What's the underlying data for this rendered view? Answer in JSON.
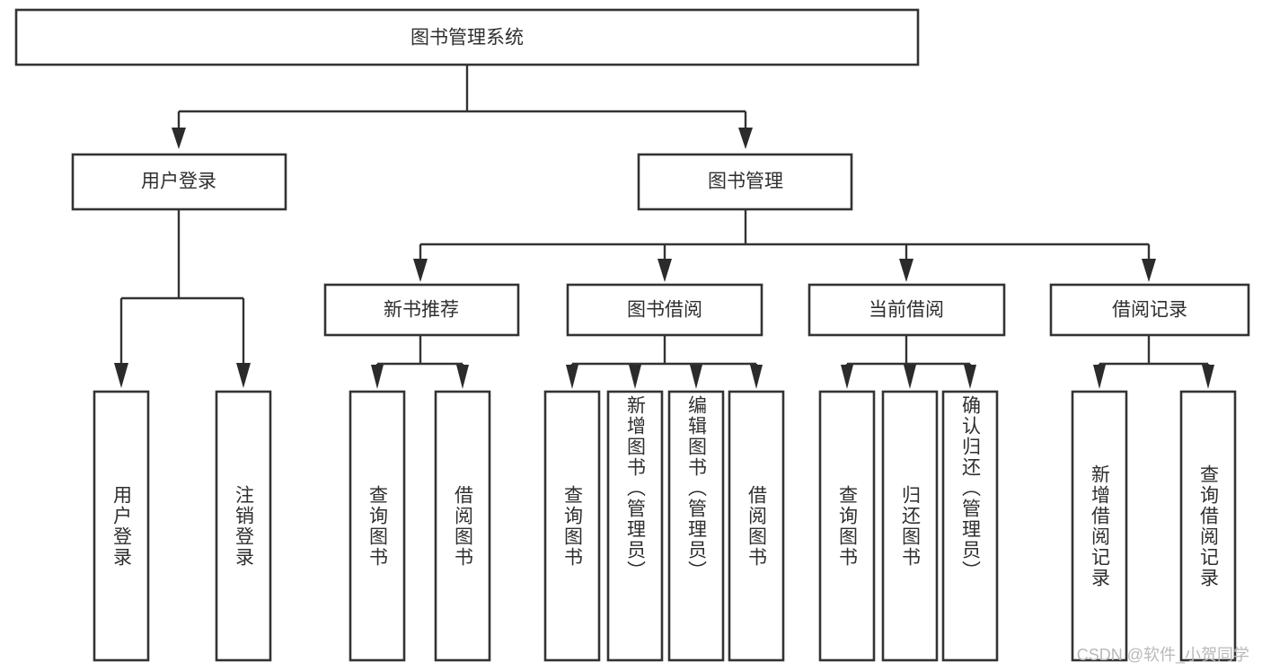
{
  "diagram": {
    "type": "hierarchy-tree",
    "title": "图书管理系统",
    "orientation": "top-down",
    "colors": {
      "box_stroke": "#333333",
      "box_fill": "#ffffff",
      "connector": "#333333",
      "text": "#2f2f2f",
      "background": "#ffffff",
      "watermark": "#b9b9b9"
    },
    "root": {
      "id": "root",
      "label": "图书管理系统"
    },
    "level2": [
      {
        "id": "user-login",
        "label": "用户登录"
      },
      {
        "id": "book-manage",
        "label": "图书管理"
      }
    ],
    "level3": [
      {
        "id": "new-book-rec",
        "label": "新书推荐",
        "parent": "book-manage"
      },
      {
        "id": "book-borrow",
        "label": "图书借阅",
        "parent": "book-manage"
      },
      {
        "id": "current-borrow",
        "label": "当前借阅",
        "parent": "book-manage"
      },
      {
        "id": "borrow-record",
        "label": "借阅记录",
        "parent": "book-manage"
      }
    ],
    "leaves": {
      "user-login": [
        {
          "id": "leaf-user-login",
          "label": "用户登录"
        },
        {
          "id": "leaf-logout",
          "label": "注销登录"
        }
      ],
      "new-book-rec": [
        {
          "id": "leaf-query-book-1",
          "label": "查询图书"
        },
        {
          "id": "leaf-borrow-book-1",
          "label": "借阅图书"
        }
      ],
      "book-borrow": [
        {
          "id": "leaf-query-book-2",
          "label": "查询图书"
        },
        {
          "id": "leaf-add-book",
          "label": "新增图书（管理员）"
        },
        {
          "id": "leaf-edit-book",
          "label": "编辑图书（管理员）"
        },
        {
          "id": "leaf-borrow-book-2",
          "label": "借阅图书"
        }
      ],
      "current-borrow": [
        {
          "id": "leaf-query-book-3",
          "label": "查询图书"
        },
        {
          "id": "leaf-return-book",
          "label": "归还图书"
        },
        {
          "id": "leaf-confirm-return",
          "label": "确认归还（管理员）"
        }
      ],
      "borrow-record": [
        {
          "id": "leaf-add-record",
          "label": "新增借阅记录"
        },
        {
          "id": "leaf-query-record",
          "label": "查询借阅记录"
        }
      ]
    }
  },
  "watermark": {
    "text": "CSDN @软件_小贺同学"
  }
}
